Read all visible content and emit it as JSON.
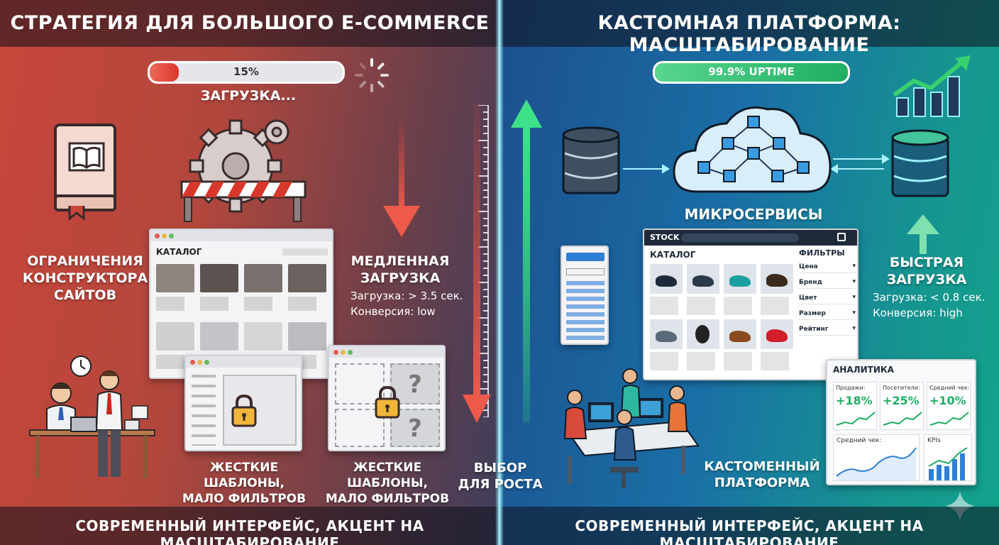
{
  "left": {
    "title": "СТРАТЕГИЯ ДЛЯ БОЛЬШОГО E-COMMERCE",
    "progress_value": "15%",
    "progress_fraction": 0.15,
    "loading_label": "ЗАГРУЗКА...",
    "constructor_label": [
      "ОГРАНИЧЕНИЯ",
      "КОНСТРУКТОРА",
      "САЙТОВ"
    ],
    "catalog_title": "КАТАЛОГ",
    "slow_label": [
      "МЕДЛЕННАЯ",
      "ЗАГРУЗКА"
    ],
    "slow_load": "Загрузка: > 3.5 сек.",
    "slow_conv": "Конверсия: low",
    "templates_label_1": [
      "ЖЕСТКИЕ ШАБЛОНЫ,",
      "МАЛО ФИЛЬТРОВ"
    ],
    "templates_label_2": [
      "ЖЕСТКИЕ ШАБЛОНЫ,",
      "МАЛО ФИЛЬТРОВ"
    ],
    "bottom": "СОВРЕМЕННЫЙ ИНТЕРФЕЙС, АКЦЕНТ НА МАСШТАБИРОВАНИЕ"
  },
  "center": {
    "choice_label": [
      "ВЫБОР",
      "ДЛЯ РОСТА"
    ]
  },
  "right": {
    "title": "КАСТОМНАЯ ПЛАТФОРМА: МАСШТАБИРОВАНИЕ",
    "uptime": "99.9% UPTIME",
    "uptime_fraction": 1.0,
    "microservices_label": "МИКРОСЕРВИСЫ",
    "fast_label": [
      "БЫСТРАЯ",
      "ЗАГРУЗКА"
    ],
    "fast_load": "Загрузка: < 0.8 сек.",
    "fast_conv": "Конверсия: high",
    "store_brand": "STOCK",
    "store_catalog": "КАТАЛОГ",
    "filters_title": "ФИЛЬТРЫ",
    "filters": [
      "Цена",
      "Бренд",
      "Цвет",
      "Размер",
      "Рейтинг"
    ],
    "analytics_title": "АНАЛИТИКА",
    "kpis": [
      {
        "label": "Продажи:",
        "value": "+18%"
      },
      {
        "label": "Посетители:",
        "value": "+25%"
      },
      {
        "label": "Средний чек:",
        "value": "+10%"
      }
    ],
    "analytics_bottom_1": "Средний чек:",
    "analytics_bottom_2": "KPIs",
    "custom_label": [
      "КАСТОМЕННЫЙ",
      "ПЛАТФОРМА"
    ],
    "bottom": "СОВРЕМЕННЫЙ ИНТЕРФЕЙС, АКЦЕНТ НА МАСШТАБИРОВАНИЕ"
  },
  "colors": {
    "left_accent": "#e8473b",
    "right_accent": "#2fc27a",
    "divider": "#a8f2ff"
  }
}
